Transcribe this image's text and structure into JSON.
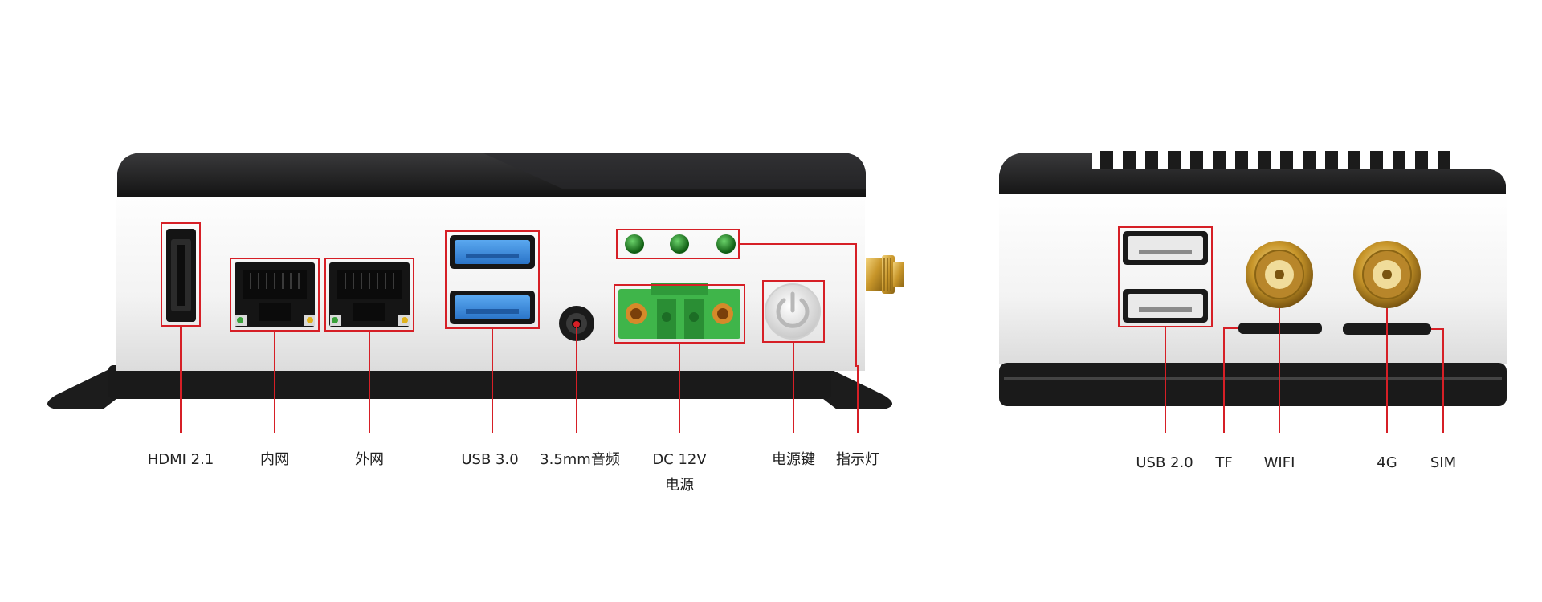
{
  "labels": {
    "hdmi": "HDMI 2.1",
    "lan_inner": "内网",
    "lan_outer": "外网",
    "usb3": "USB 3.0",
    "audio": "3.5mm音频",
    "dc_line1": "DC 12V",
    "dc_line2": "电源",
    "power_key": "电源键",
    "indicator": "指示灯",
    "usb2": "USB 2.0",
    "tf": "TF",
    "wifi": "WIFI",
    "lte": "4G",
    "sim": "SIM"
  },
  "colors": {
    "callout": "#d61f26",
    "body_black": "#1d1d1f",
    "body_silver": "#f2f2f2",
    "usb3_blue": "#3b8fe0",
    "terminal_green": "#3fb54a",
    "led_green": "#1f8a1f",
    "antenna_gold": "#c79a2c"
  }
}
